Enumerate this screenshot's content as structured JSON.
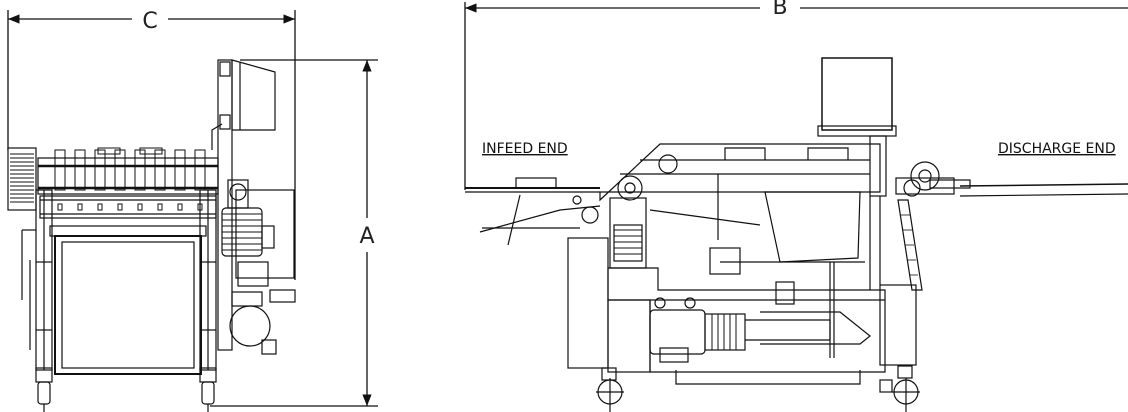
{
  "dimensions": {
    "a": "A",
    "b": "B",
    "c": "C"
  },
  "labels": {
    "infeed": "INFEED END",
    "discharge": "DISCHARGE END"
  },
  "colors": {
    "ink": "#111111",
    "background": "#ffffff"
  }
}
